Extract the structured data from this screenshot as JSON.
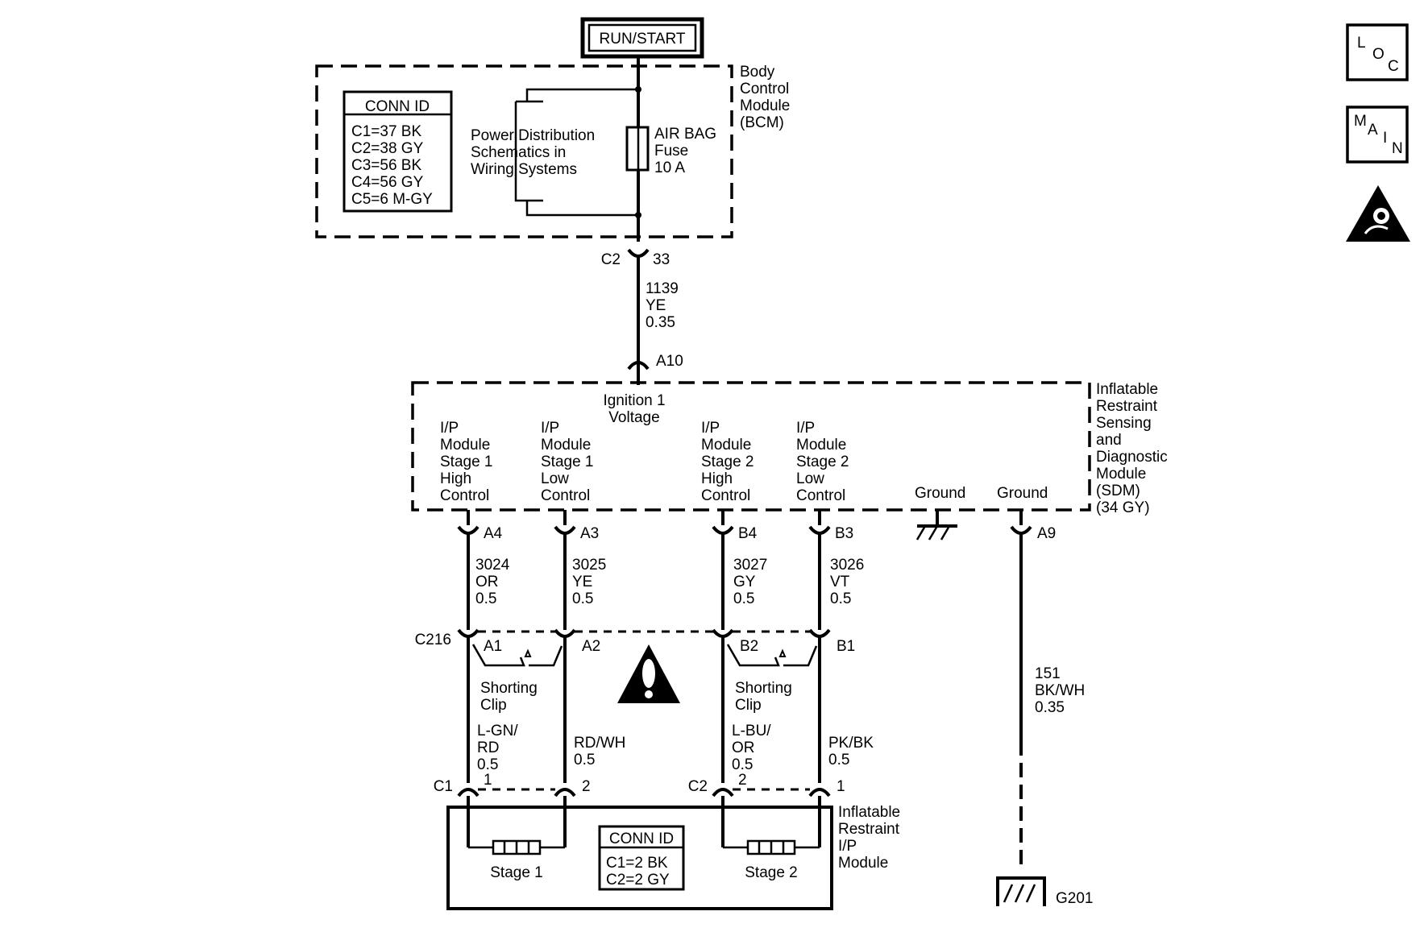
{
  "power": {
    "label": "RUN/START"
  },
  "bcm": {
    "name_lines": [
      "Body",
      "Control",
      "Module",
      "(BCM)"
    ],
    "conn_id": {
      "title": "CONN ID",
      "lines": [
        "C1=37 BK",
        "C2=38 GY",
        "C3=56 BK",
        "C4=56 GY",
        "C5=6 M-GY"
      ]
    },
    "pds_lines": [
      "Power Distribution",
      "Schematics in",
      "Wiring Systems"
    ],
    "fuse_lines": [
      "AIR BAG",
      "Fuse",
      "10 A"
    ],
    "connector": {
      "name": "C2",
      "pin": "33"
    }
  },
  "feed_wire": {
    "circuit": "1139",
    "color": "YE",
    "gauge": "0.35"
  },
  "sdm_input": {
    "pin": "A10",
    "function_lines": [
      "Ignition 1",
      "Voltage"
    ]
  },
  "sdm": {
    "name_lines": [
      "Inflatable",
      "Restraint",
      "Sensing",
      "and",
      "Diagnostic",
      "Module",
      "(SDM)",
      "(34 GY)"
    ],
    "functions": [
      {
        "lines": [
          "I/P",
          "Module",
          "Stage 1",
          "High",
          "Control"
        ],
        "pin": "A4",
        "circuit": "3024",
        "color": "OR",
        "gauge": "0.5"
      },
      {
        "lines": [
          "I/P",
          "Module",
          "Stage 1",
          "Low",
          "Control"
        ],
        "pin": "A3",
        "circuit": "3025",
        "color": "YE",
        "gauge": "0.5"
      },
      {
        "lines": [
          "I/P",
          "Module",
          "Stage 2",
          "High",
          "Control"
        ],
        "pin": "B4",
        "circuit": "3027",
        "color": "GY",
        "gauge": "0.5"
      },
      {
        "lines": [
          "I/P",
          "Module",
          "Stage 2",
          "Low",
          "Control"
        ],
        "pin": "B3",
        "circuit": "3026",
        "color": "VT",
        "gauge": "0.5"
      }
    ],
    "grounds": [
      {
        "label": "Ground"
      },
      {
        "label": "Ground",
        "pin": "A9",
        "circuit": "151",
        "color": "BK/WH",
        "gauge": "0.35"
      }
    ]
  },
  "c216": {
    "name": "C216",
    "pins": [
      "A1",
      "A2",
      "B2",
      "B1"
    ],
    "shorting_clip_lines": [
      "Shorting",
      "Clip"
    ]
  },
  "module_wires": [
    {
      "color_lines": [
        "L-GN/",
        "RD"
      ],
      "gauge": "0.5"
    },
    {
      "color_lines": [
        "RD/WH"
      ],
      "gauge": "0.5"
    },
    {
      "color_lines": [
        "L-BU/",
        "OR"
      ],
      "gauge": "0.5"
    },
    {
      "color_lines": [
        "PK/BK"
      ],
      "gauge": "0.5"
    }
  ],
  "module_connectors": [
    {
      "name": "C1",
      "pins": [
        "1",
        "2"
      ]
    },
    {
      "name": "C2",
      "pins": [
        "2",
        "1"
      ]
    }
  ],
  "ip_module": {
    "name_lines": [
      "Inflatable",
      "Restraint",
      "I/P",
      "Module"
    ],
    "stages": [
      "Stage 1",
      "Stage 2"
    ],
    "conn_id": {
      "title": "CONN ID",
      "lines": [
        "C1=2 BK",
        "C2=2 GY"
      ]
    }
  },
  "ground_point": "G201",
  "nav": {
    "loc_letters": [
      "L",
      "O",
      "C"
    ],
    "main_letters": [
      "M",
      "A",
      "I",
      "N"
    ],
    "airbag_icon": "airbag-warning-icon",
    "caution_icon": "caution-triangle-icon"
  }
}
